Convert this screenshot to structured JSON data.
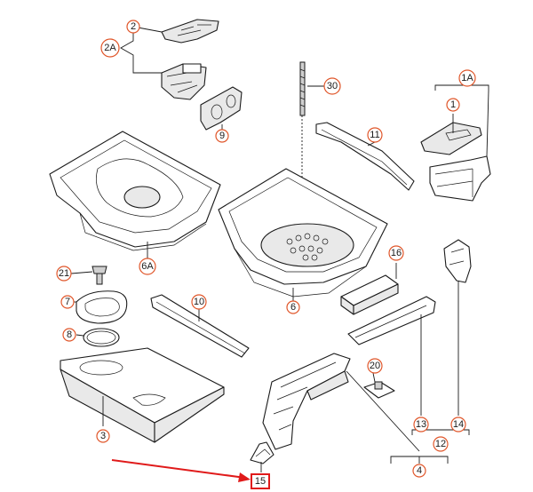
{
  "diagram": {
    "callouts": [
      {
        "id": "c-2",
        "label": "2"
      },
      {
        "id": "c-2a",
        "label": "2A"
      },
      {
        "id": "c-9",
        "label": "9"
      },
      {
        "id": "c-30",
        "label": "30"
      },
      {
        "id": "c-1a",
        "label": "1A"
      },
      {
        "id": "c-1",
        "label": "1"
      },
      {
        "id": "c-11",
        "label": "11"
      },
      {
        "id": "c-6a",
        "label": "6A"
      },
      {
        "id": "c-6",
        "label": "6"
      },
      {
        "id": "c-21",
        "label": "21"
      },
      {
        "id": "c-7",
        "label": "7"
      },
      {
        "id": "c-8",
        "label": "8"
      },
      {
        "id": "c-10",
        "label": "10"
      },
      {
        "id": "c-16",
        "label": "16"
      },
      {
        "id": "c-20",
        "label": "20"
      },
      {
        "id": "c-3",
        "label": "3"
      },
      {
        "id": "c-13",
        "label": "13"
      },
      {
        "id": "c-14",
        "label": "14"
      },
      {
        "id": "c-12",
        "label": "12"
      },
      {
        "id": "c-4",
        "label": "4"
      }
    ],
    "highlighted": {
      "label": "15"
    },
    "colors": {
      "callout_ring": "#e0562a",
      "highlight": "#e01a1a",
      "line": "#1a1a1a"
    }
  }
}
